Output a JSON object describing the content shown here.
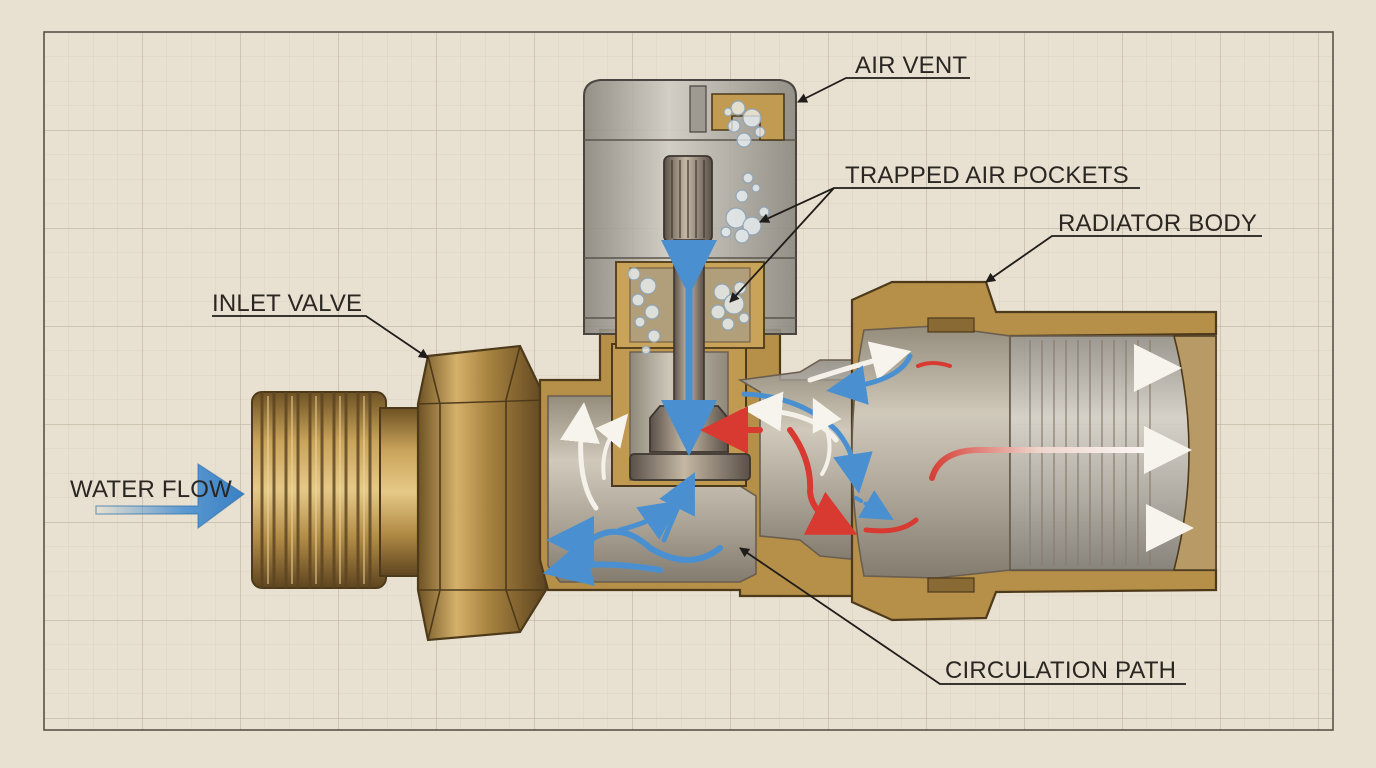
{
  "labels": {
    "air_vent": "AIR VENT",
    "trapped_air_pockets": "TRAPPED AIR POCKETS",
    "radiator_body": "RADIATOR BODY",
    "inlet_valve": "INLET VALVE",
    "water_flow": "WATER FLOW",
    "circulation_path": "CIRCULATION PATH"
  },
  "colors": {
    "paper": "#e8e0d0",
    "grid": "#c9bfae",
    "brass": "#b08a45",
    "brass_dark": "#6e5224",
    "glass": "#b9b6ae",
    "cold_flow": "#4a90d0",
    "hot_flow": "#d83a32",
    "neutral_flow": "#f4f1ea",
    "ink": "#2a2622"
  }
}
